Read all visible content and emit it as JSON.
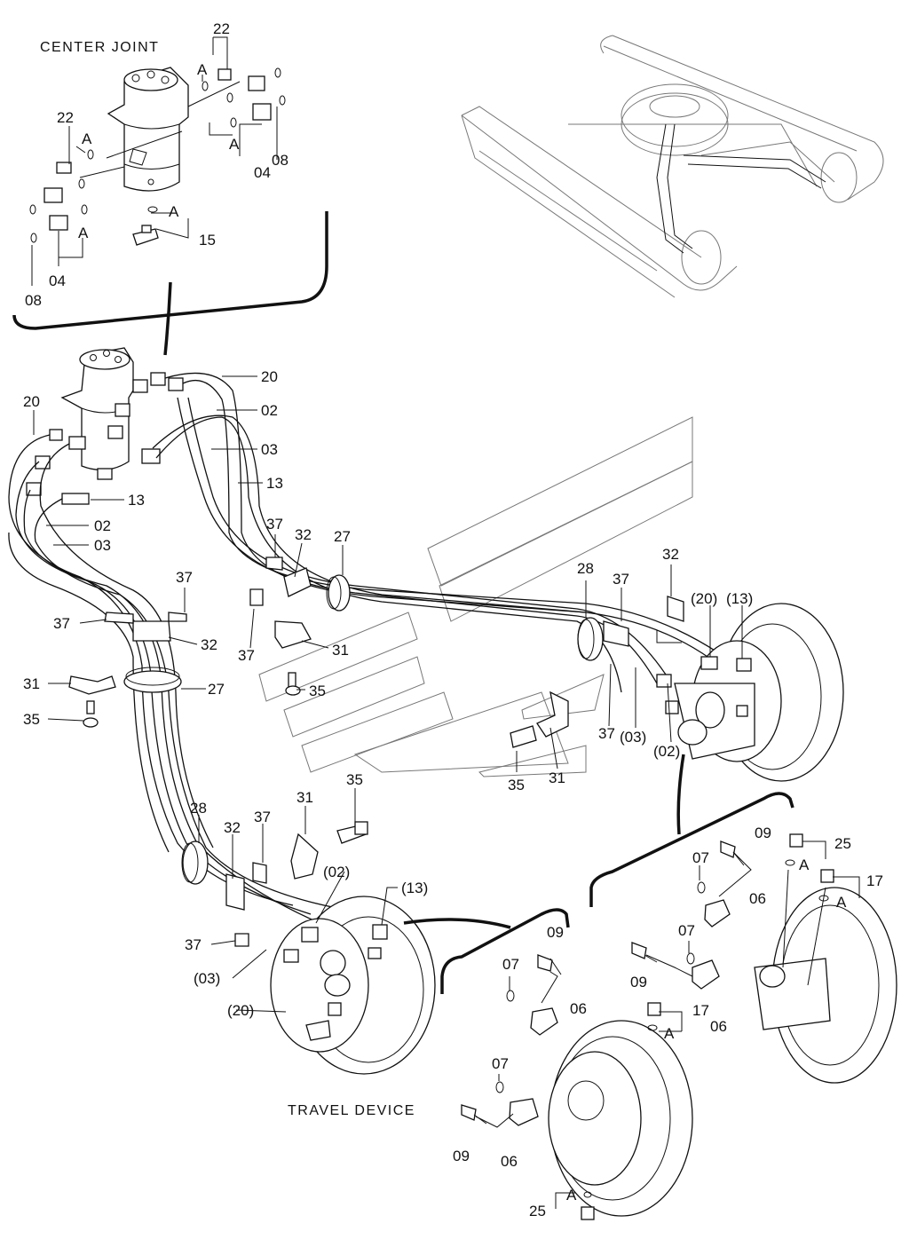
{
  "titles": {
    "center_joint": "CENTER JOINT",
    "travel_device": "TRAVEL DEVICE"
  },
  "refs": {
    "a": "A"
  },
  "parts": {
    "p02": "02",
    "p03": "03",
    "p04": "04",
    "p06": "06",
    "p07": "07",
    "p08": "08",
    "p09": "09",
    "p13": "13",
    "p15": "15",
    "p17": "17",
    "p20": "20",
    "p22": "22",
    "p25": "25",
    "p27": "27",
    "p28": "28",
    "p31": "31",
    "p32": "32",
    "p35": "35",
    "p37": "37",
    "p02_paren": "(02)",
    "p03_paren": "(03)",
    "p13_paren": "(13)",
    "p20_paren": "(20)"
  }
}
